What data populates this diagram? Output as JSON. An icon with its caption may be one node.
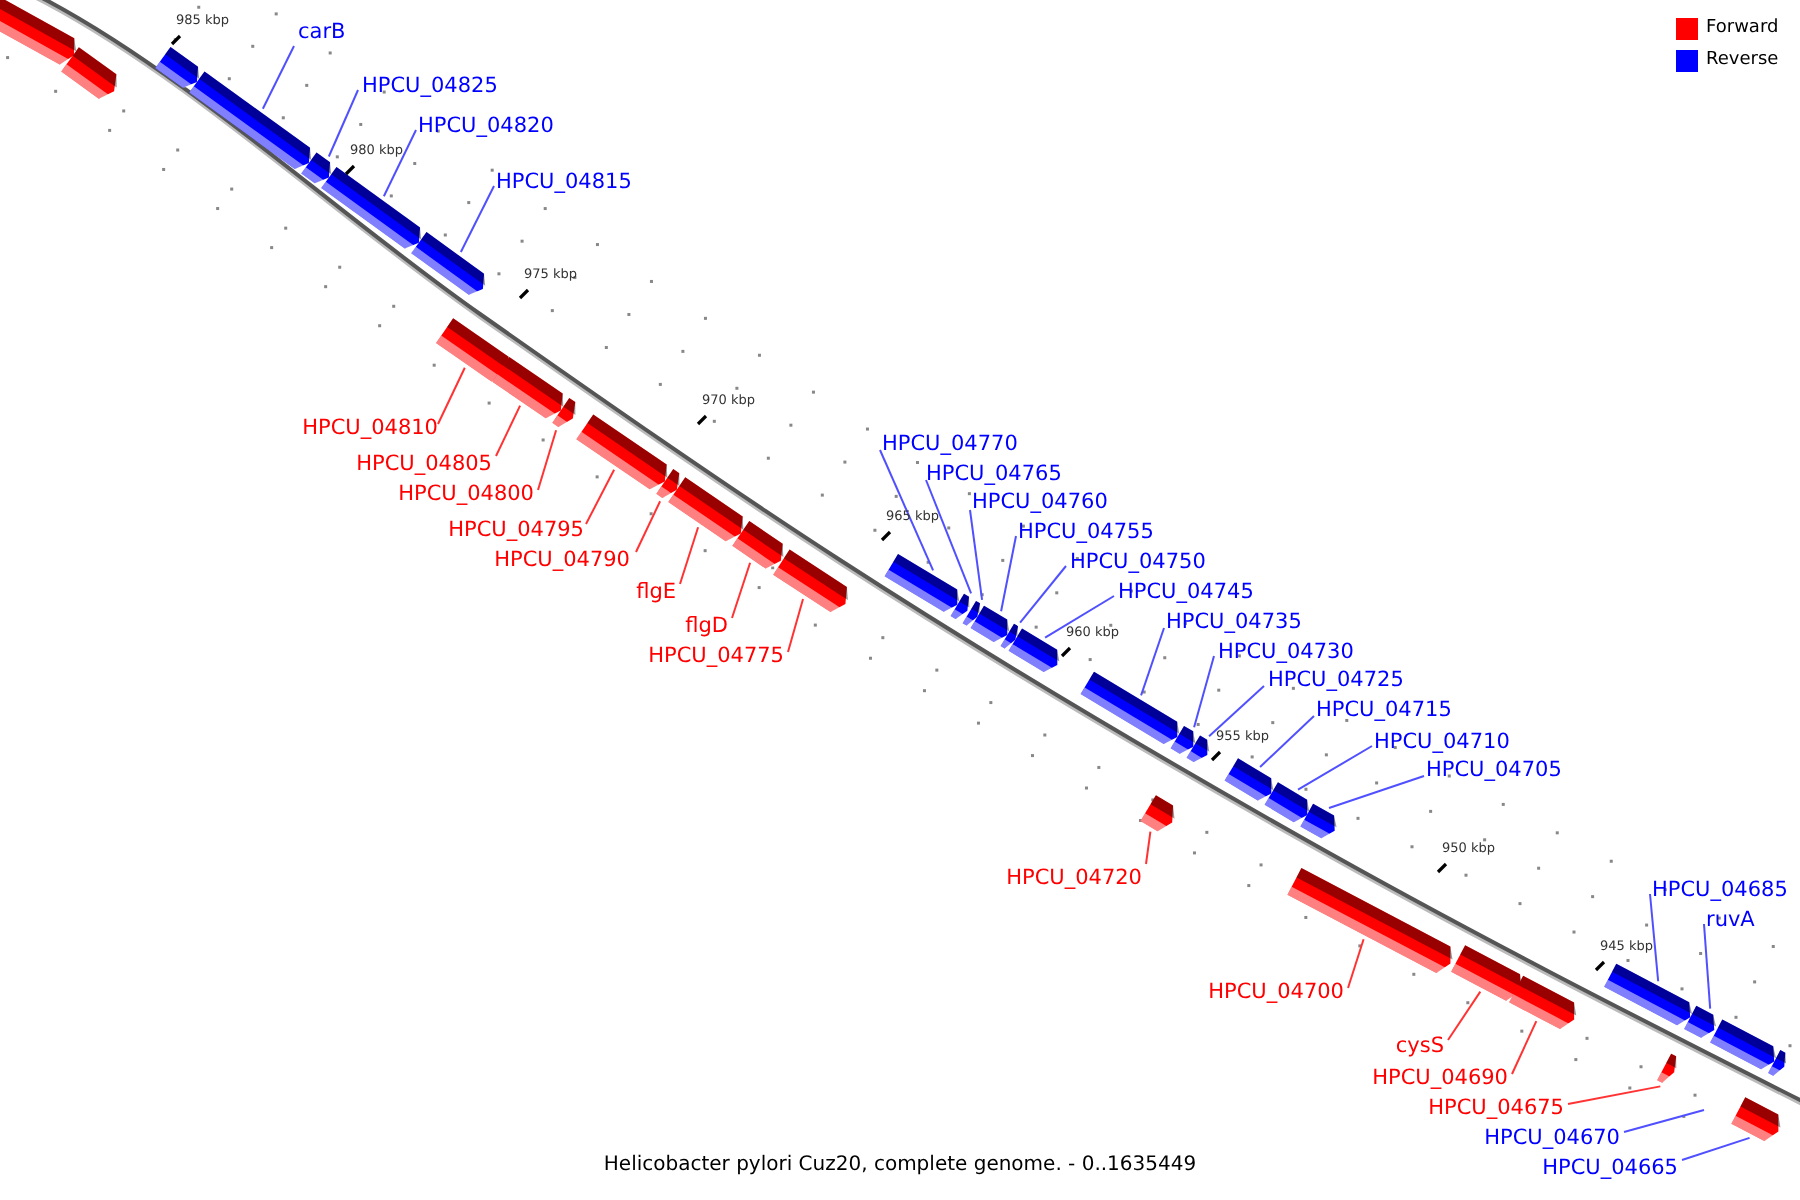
{
  "diagram": {
    "caption": "Helicobacter pylori Cuz20, complete genome. - 0..1635449",
    "nodes": [
      {
        "text": [],
        "shape": "bar"
      },
      {
        "text": [],
        "shape": "bar"
      },
      {
        "text": [],
        "shape": "bar"
      },
      {
        "text": [],
        "shape": "bar"
      },
      {
        "text": [],
        "shape": "bar"
      },
      {
        "text": [],
        "shape": "bar"
      },
      {
        "text": [],
        "shape": "bar"
      },
      {
        "text": [],
        "shape": "bar"
      },
      {
        "text": [],
        "shape": "bar"
      },
      {
        "text": [],
        "shape": "bar"
      },
      {
        "text": [],
        "shape": "bar"
      },
      {
        "text": [],
        "shape": "bar"
      },
      {
        "text": [],
        "shape": "bar"
      },
      {
        "text": [],
        "shape": "bar"
      },
      {
        "text": [],
        "shape": "bar"
      },
      {
        "text": [],
        "shape": "bar"
      },
      {
        "text": [],
        "shape": "bar"
      },
      {
        "text": [],
        "shape": "bar"
      },
      {
        "text": [],
        "shape": "bar"
      },
      {
        "text": [],
        "shape": "bar"
      },
      {
        "text": [],
        "shape": "bar"
      },
      {
        "text": [],
        "shape": "bar"
      },
      {
        "text": [],
        "shape": "bar"
      },
      {
        "text": [],
        "shape": "bar"
      },
      {
        "text": [],
        "shape": "bar"
      },
      {
        "text": [],
        "shape": "bar"
      },
      {
        "text": [],
        "shape": "bar"
      },
      {
        "text": [],
        "shape": "bar"
      },
      {
        "text": [],
        "shape": "bar"
      },
      {
        "text": [],
        "shape": "bar"
      },
      {
        "text": [],
        "shape": "bar"
      },
      {
        "text": [],
        "shape": "bar"
      },
      {
        "text": [],
        "shape": "bar"
      },
      {
        "text": [],
        "shape": "bar"
      },
      {
        "text": [],
        "shape": "bar"
      },
      {
        "text": [],
        "shape": "bar"
      },
      {
        "text": [],
        "shape": "bar"
      },
      {
        "text": [
          "carB"
        ]
      },
      {
        "text": [
          "HPCU_04825"
        ]
      },
      {
        "text": [
          "HPCU_04820"
        ]
      },
      {
        "text": [
          "HPCU_04815"
        ]
      },
      {
        "text": [
          "HPCU_04810"
        ]
      },
      {
        "text": [
          "HPCU_04805"
        ]
      },
      {
        "text": [
          "HPCU_04800"
        ]
      },
      {
        "text": [
          "HPCU_04795"
        ]
      },
      {
        "text": [
          "HPCU_04790"
        ]
      },
      {
        "text": [
          "flgE"
        ]
      },
      {
        "text": [
          "flgD"
        ]
      },
      {
        "text": [
          "HPCU_04775"
        ]
      },
      {
        "text": [
          "HPCU_04770"
        ]
      },
      {
        "text": [
          "HPCU_04765"
        ]
      },
      {
        "text": [
          "HPCU_04760"
        ]
      },
      {
        "text": [
          "HPCU_04755"
        ]
      },
      {
        "text": [
          "HPCU_04750"
        ]
      },
      {
        "text": [
          "HPCU_04745"
        ]
      },
      {
        "text": [
          "HPCU_04735"
        ]
      },
      {
        "text": [
          "HPCU_04730"
        ]
      },
      {
        "text": [
          "HPCU_04725"
        ]
      },
      {
        "text": [
          "HPCU_04715"
        ]
      },
      {
        "text": [
          "HPCU_04710"
        ]
      },
      {
        "text": [
          "HPCU_04705"
        ]
      },
      {
        "text": [
          "HPCU_04720"
        ]
      },
      {
        "text": [
          "HPCU_04700"
        ]
      },
      {
        "text": [
          "cysS"
        ]
      },
      {
        "text": [
          "HPCU_04690"
        ]
      },
      {
        "text": [
          "HPCU_04675"
        ]
      },
      {
        "text": [
          "HPCU_04670"
        ]
      },
      {
        "text": [
          "HPCU_04665"
        ]
      },
      {
        "text": [
          "HPCU_04685"
        ]
      },
      {
        "text": [
          "ruvA"
        ]
      }
    ],
    "edges": [
      {
        "from": 37,
        "to": 3,
        "arrow": "none"
      },
      {
        "from": 38,
        "to": 4,
        "arrow": "none"
      },
      {
        "from": 39,
        "to": 5,
        "arrow": "none"
      },
      {
        "from": 40,
        "to": 6,
        "arrow": "none"
      },
      {
        "from": 41,
        "to": 7,
        "arrow": "none",
        "color": "#ff3333"
      },
      {
        "from": 42,
        "to": 8,
        "arrow": "none",
        "color": "#ff3333"
      },
      {
        "from": 43,
        "to": 9,
        "arrow": "none",
        "color": "#ff3333"
      },
      {
        "from": 44,
        "to": 10,
        "arrow": "none",
        "color": "#ff3333"
      },
      {
        "from": 45,
        "to": 11,
        "arrow": "none",
        "color": "#ff3333"
      },
      {
        "from": 46,
        "to": 12,
        "arrow": "none",
        "color": "#ff3333"
      },
      {
        "from": 47,
        "to": 13,
        "arrow": "none",
        "color": "#ff3333"
      },
      {
        "from": 48,
        "to": 14,
        "arrow": "none",
        "color": "#ff3333"
      },
      {
        "from": 49,
        "to": 15,
        "arrow": "none"
      },
      {
        "from": 50,
        "to": 16,
        "arrow": "none"
      },
      {
        "from": 51,
        "to": 17,
        "arrow": "none"
      },
      {
        "from": 52,
        "to": 18,
        "arrow": "none"
      },
      {
        "from": 53,
        "to": 19,
        "arrow": "none"
      },
      {
        "from": 54,
        "to": 20,
        "arrow": "none"
      },
      {
        "from": 55,
        "to": 21,
        "arrow": "none"
      },
      {
        "from": 56,
        "to": 22,
        "arrow": "none"
      },
      {
        "from": 57,
        "to": 23,
        "arrow": "none"
      },
      {
        "from": 58,
        "to": 25,
        "arrow": "none"
      },
      {
        "from": 59,
        "to": 26,
        "arrow": "none"
      },
      {
        "from": 60,
        "to": 27,
        "arrow": "none"
      },
      {
        "from": 61,
        "to": 24,
        "arrow": "none",
        "color": "#ff3333"
      },
      {
        "from": 62,
        "to": 28,
        "arrow": "none",
        "color": "#ff3333"
      },
      {
        "from": 63,
        "to": 29,
        "arrow": "none",
        "color": "#ff3333"
      },
      {
        "from": 64,
        "to": 30,
        "arrow": "none",
        "color": "#ff3333"
      },
      {
        "from": 65,
        "to": 35,
        "arrow": "none",
        "color": "#ff3333"
      },
      {
        "from": 66,
        "to": null,
        "arrow": "none"
      },
      {
        "from": 67,
        "to": 36,
        "arrow": "none"
      },
      {
        "from": 68,
        "to": 31,
        "arrow": "none"
      },
      {
        "from": 69,
        "to": 32,
        "arrow": "none"
      }
    ],
    "labels": [
      "985 kbp",
      "980 kbp",
      "975 kbp",
      "970 kbp",
      "965 kbp",
      "960 kbp",
      "955 kbp",
      "950 kbp",
      "945 kbp"
    ],
    "legend": [
      {
        "text": "Forward",
        "color": "#ff0000"
      },
      {
        "text": "Reverse",
        "color": "#0000ff"
      }
    ]
  }
}
